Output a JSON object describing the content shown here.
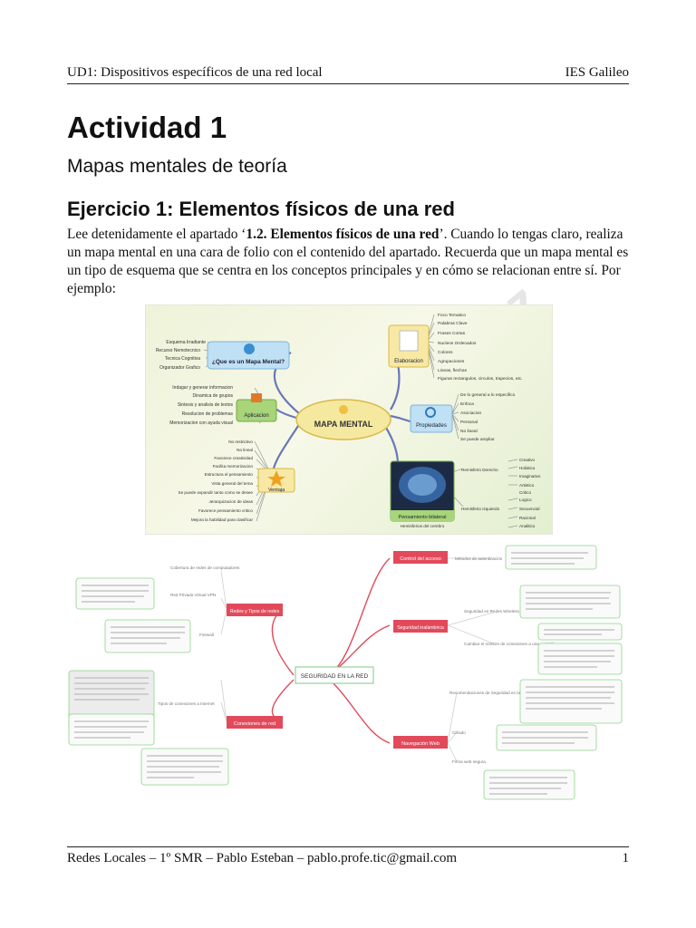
{
  "header": {
    "left": "UD1: Dispositivos específicos de una red local",
    "right": "IES Galileo"
  },
  "title": "Actividad 1",
  "subtitle": "Mapas mentales de teoría",
  "exercise": {
    "heading": "Ejercicio 1: Elementos físicos de una red",
    "p1_pre": "Lee detenidamente el apartado ‘",
    "p1_bold": "1.2. Elementos físicos de una red",
    "p1_post": "’. Cuando lo tengas claro, realiza un mapa mental en una cara de folio con el contenido del apartado. Recuerda que un mapa mental es un tipo de esquema que se centra en los conceptos principales y en cómo se relacionan entre sí. Por ejemplo:"
  },
  "mindmap1": {
    "center": "MAPA MENTAL",
    "que_es": {
      "title": "¿Que es un Mapa Mental?",
      "items": [
        "Esquema Irradiante",
        "Recurso Nemotecnico",
        "Tecnica Cognitiva",
        "Organizador Grafico"
      ]
    },
    "aplicacion": {
      "title": "Aplicacion",
      "items": [
        "Indagar y generar informacion",
        "Dinamica de grupos",
        "Sintesis y analisis de textos",
        "Resolucion de problemas",
        "Memorizacion con ayuda visual"
      ]
    },
    "ventaja": {
      "title": "Ventaja",
      "items": [
        "No restrictivo",
        "No lineal",
        "Favorece creatividad",
        "Facilita memorizacion",
        "Estructura el pensamiento",
        "Vista general del tema",
        "Se puede expandir tanto como se desee",
        "Jerarquizacion de ideas",
        "Favorece pensamiento critico",
        "Mejora la habilidad para clasificar"
      ]
    },
    "elaboracion": {
      "title": "Elaboracion",
      "items": [
        "Foco Tematico",
        "Palabras Clave",
        "Frases Cortas",
        "Nucleos Ordenados",
        "Colores",
        "Agrupaciones",
        "Lineas, flechas",
        "Figuras rectangulos, circulos, trapecios, etc."
      ]
    },
    "propiedades": {
      "title": "Propiedades",
      "items": [
        "De lo general a lo especifico",
        "Enfoca",
        "Asociacion",
        "Personal",
        "No lineal",
        "Se puede ampliar"
      ]
    },
    "pensamiento": {
      "title": "Pensamiento bilateral",
      "derecho": "Hemisferio Derecho",
      "izquierdo": "Hemisferio Izquierdo",
      "derecho_items": [
        "Creativo",
        "Holistico",
        "Imaginativo",
        "Artistico"
      ],
      "izquierdo_items": [
        "Critico",
        "Logico",
        "Secuencial",
        "Racional",
        "Analitico"
      ],
      "bottom": "Hemisferios del cerebro"
    }
  },
  "mindmap2": {
    "center": "SEGURIDAD EN LA RED",
    "branches": {
      "control": "Control del acceso",
      "seguridad": "Seguridad inalámbrica",
      "navegacion": "Navegación Web",
      "redes": "Redes y Tipos de redes",
      "conexiones": "Conexiones de red"
    },
    "subs": {
      "metodo": "Métodos de autenticación",
      "segwifi": "Seguridad en Redes Wireless",
      "cambiar": "Cambiar el nombre de conexiones a una red Wifi",
      "recomend": "Recomendaciones de Seguridad en la web",
      "cifrado": "Cifrado",
      "firmas": "Firma web segura",
      "cobertura": "Cobertura de redes de computadores",
      "vpn": "Red Privada Virtual VPN",
      "firewall": "Firewall",
      "tipos": "Tipos de conexiones a Internet"
    }
  },
  "footer": {
    "left": "Redes Locales – 1º SMR  – Pablo Esteban – pablo.profe.tic@gmail.com",
    "page": "1"
  },
  "colors": {
    "branch_red": "#e24a5b",
    "note_border": "#8fd48a",
    "center_gold": "#f0d36a"
  }
}
